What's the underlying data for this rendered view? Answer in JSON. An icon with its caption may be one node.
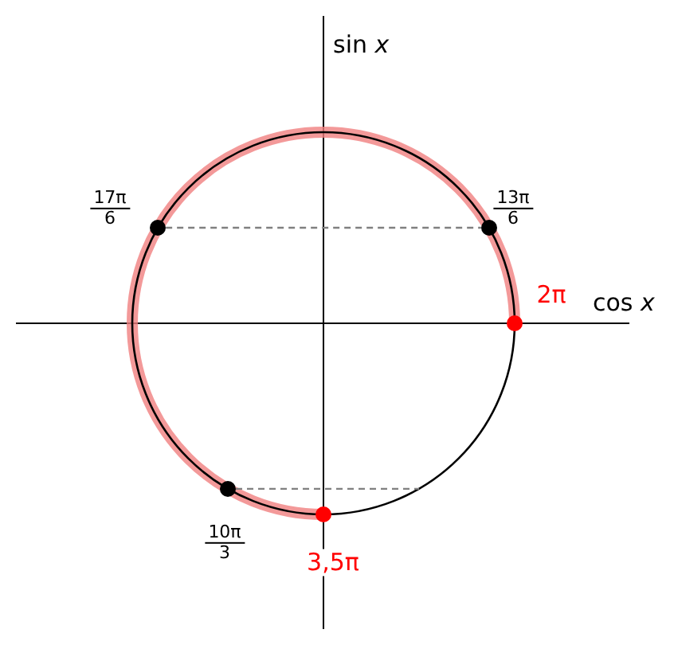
{
  "diagram": {
    "nodes": [
      {
        "text": [],
        "shape": "circle",
        "beside": [
          "17π",
          "6"
        ]
      },
      {
        "text": [],
        "shape": "circle",
        "beside": [
          "13π",
          "6"
        ]
      },
      {
        "text": [],
        "shape": "circle",
        "beside": [
          "2π"
        ]
      },
      {
        "text": [],
        "shape": "circle",
        "beside": [
          "10π",
          "3"
        ]
      },
      {
        "text": [],
        "shape": "circle",
        "beside": [
          "3,5π"
        ]
      }
    ],
    "edges": [
      {
        "from": 0,
        "to": 1,
        "arrow": "none",
        "style": "dashed",
        "color": "#808080"
      },
      {
        "from": 3,
        "to": null,
        "arrow": "none",
        "style": "dashed",
        "color": "#808080"
      }
    ],
    "labels": [
      "sin *x*",
      "cos *x*"
    ]
  }
}
